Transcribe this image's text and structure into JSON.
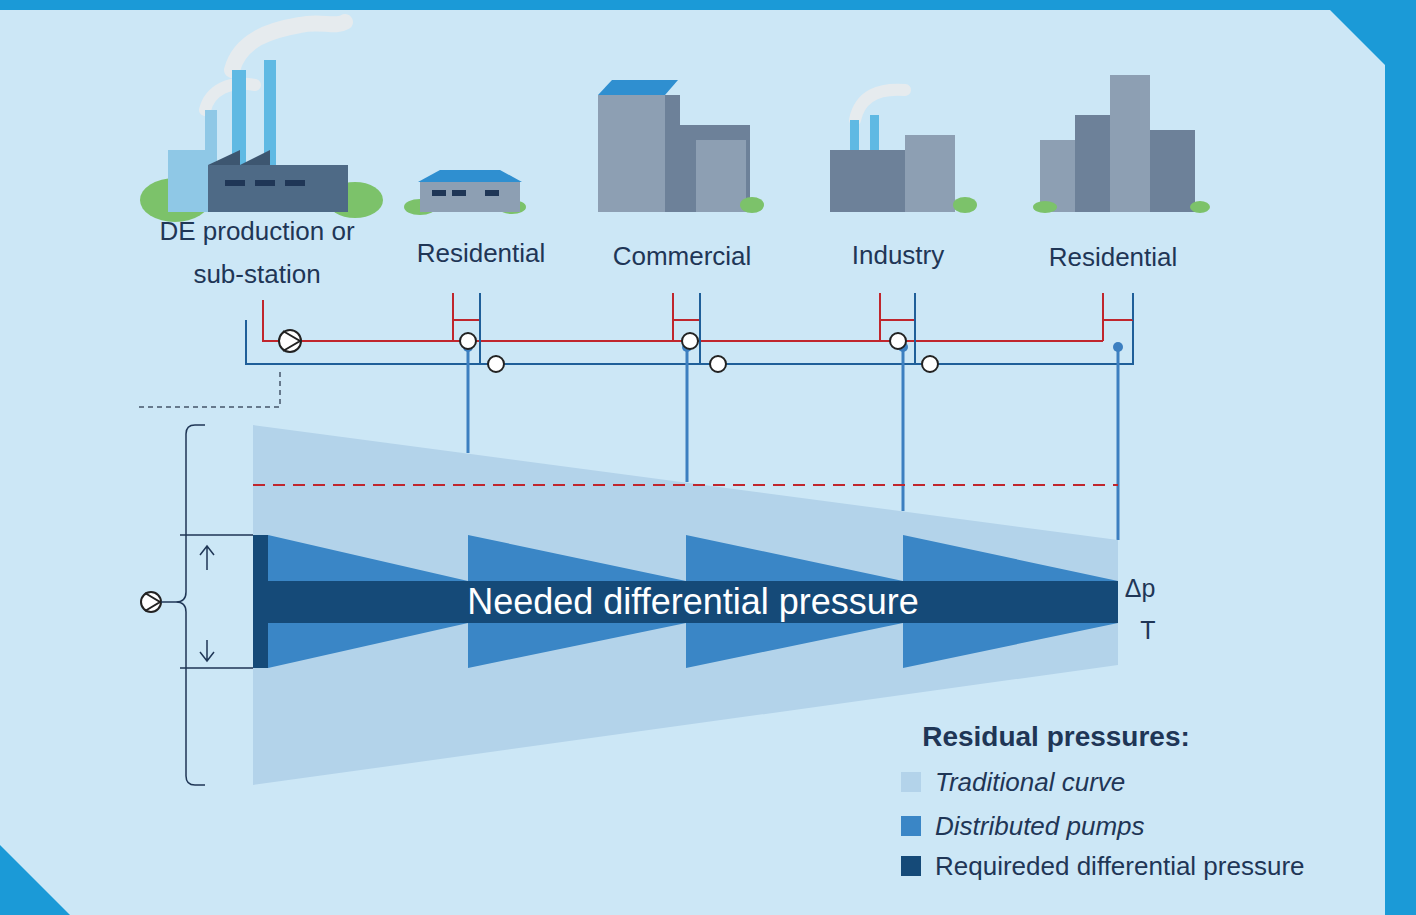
{
  "diagram": {
    "nodes": [
      {
        "text": [
          "Needed differential pressure"
        ]
      }
    ],
    "labels": [
      "DE production or sub-station",
      "Residential",
      "Commercial",
      "Industry",
      "Residential",
      "Δp",
      "T",
      "Residual pressures:"
    ],
    "legend": [
      {
        "text": "Traditional curve",
        "color": "#b3d3ea"
      },
      {
        "text": "Distributed pumps",
        "color": "#3a86c6"
      },
      {
        "text": "Requireded differential pressure",
        "color": "#154a78"
      }
    ]
  }
}
